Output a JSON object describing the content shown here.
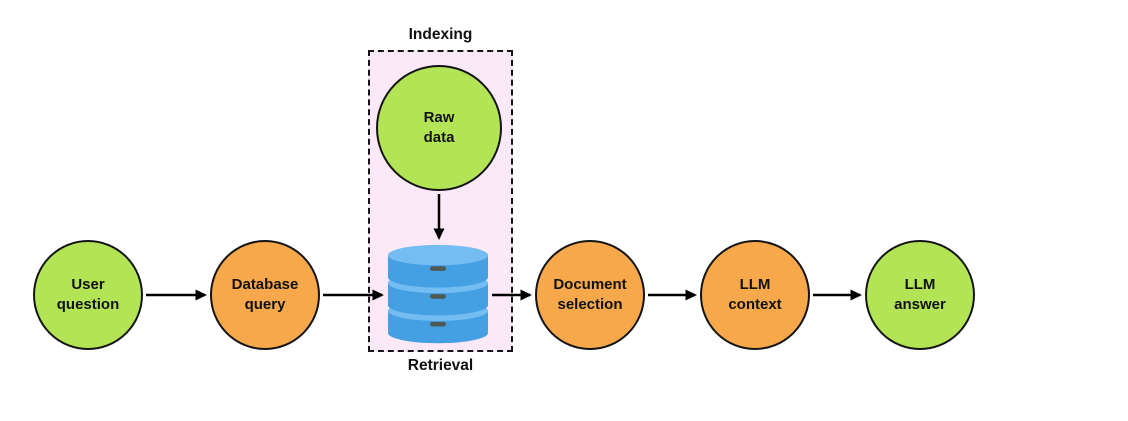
{
  "diagram": {
    "box": {
      "top_label": "Indexing",
      "bottom_label": "Retrieval"
    },
    "nodes": {
      "user_question": {
        "line1": "User",
        "line2": "question",
        "type": "green"
      },
      "database_query": {
        "line1": "Database",
        "line2": "query",
        "type": "orange"
      },
      "raw_data": {
        "line1": "Raw",
        "line2": "data",
        "type": "green"
      },
      "document_selection": {
        "line1": "Document",
        "line2": "selection",
        "type": "orange"
      },
      "llm_context": {
        "line1": "LLM",
        "line2": "context",
        "type": "orange"
      },
      "llm_answer": {
        "line1": "LLM",
        "line2": "answer",
        "type": "green"
      }
    },
    "icons": {
      "database": "database-icon"
    },
    "colors": {
      "green_node": "#b3e455",
      "orange_node": "#f6a84a",
      "box_background": "#fce9f7",
      "database_blue": "#459fe3",
      "database_blue_light": "#74bdf2",
      "arrow": "#000000",
      "outline": "#141414"
    }
  }
}
